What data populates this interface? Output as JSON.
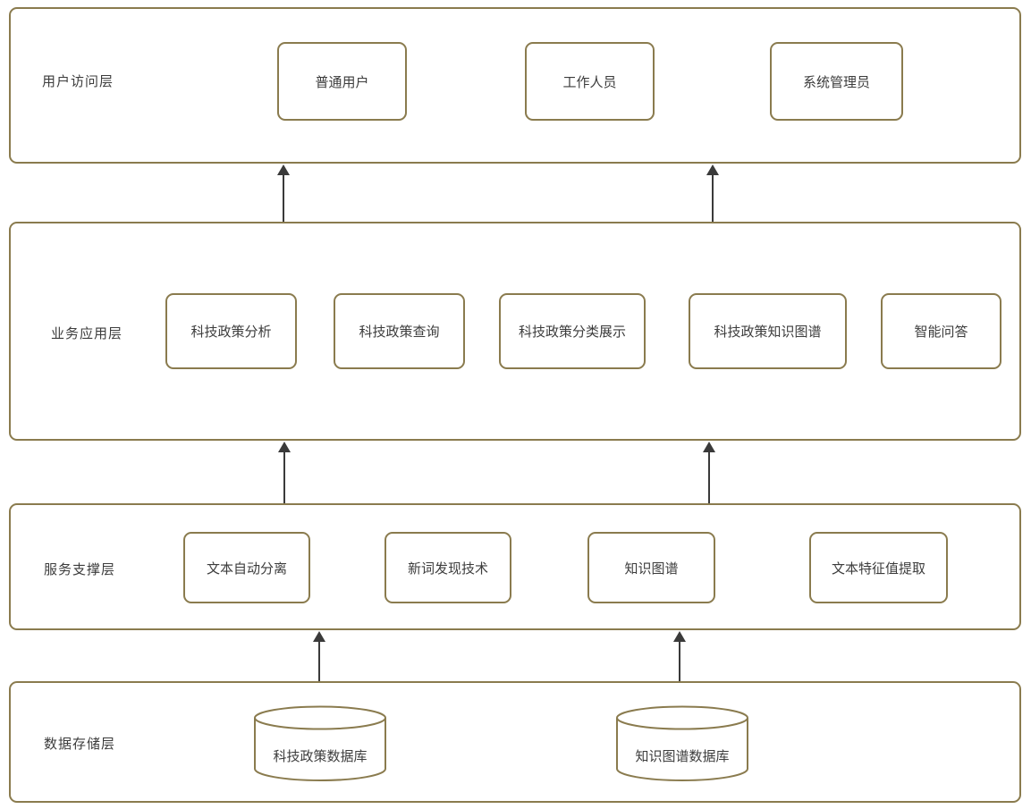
{
  "colors": {
    "border": "#8a7b4e",
    "arrow": "#3a3a3a",
    "text": "#3c3c3c",
    "background": "#ffffff"
  },
  "diagram": {
    "type": "layered-architecture",
    "layers": [
      {
        "id": "user-access",
        "label": "用户访问层",
        "nodes": [
          "普通用户",
          "工作人员",
          "系统管理员"
        ]
      },
      {
        "id": "business-application",
        "label": "业务应用层",
        "nodes": [
          "科技政策分析",
          "科技政策查询",
          "科技政策分类展示",
          "科技政策知识图谱",
          "智能问答"
        ]
      },
      {
        "id": "service-support",
        "label": "服务支撑层",
        "nodes": [
          "文本自动分离",
          "新词发现技术",
          "知识图谱",
          "文本特征值提取"
        ]
      },
      {
        "id": "data-storage",
        "label": "数据存储层",
        "nodes": [
          "科技政策数据库",
          "知识图谱数据库"
        ],
        "node_shape": "cylinder"
      }
    ],
    "arrows": [
      {
        "from": "business-application",
        "to": "user-access",
        "direction": "up"
      },
      {
        "from": "business-application",
        "to": "user-access",
        "direction": "up"
      },
      {
        "from": "service-support",
        "to": "business-application",
        "direction": "up"
      },
      {
        "from": "service-support",
        "to": "business-application",
        "direction": "up"
      },
      {
        "from": "data-storage",
        "to": "service-support",
        "direction": "up"
      },
      {
        "from": "data-storage",
        "to": "service-support",
        "direction": "up"
      }
    ]
  }
}
